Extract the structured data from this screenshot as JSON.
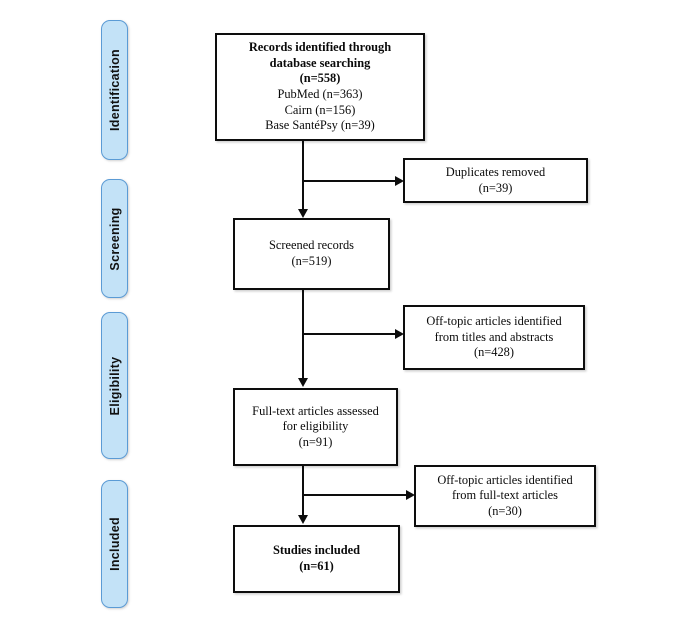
{
  "diagram": {
    "type": "prisma-flow-diagram",
    "title": "PRISMA study selection flow diagram",
    "accent_color": "#c3e2f7",
    "border_color": "#5b9bd5",
    "box_border_color": "#0d0d0d",
    "background": "#ffffff"
  },
  "stages": [
    {
      "id": "identification",
      "label": "Identification"
    },
    {
      "id": "screening",
      "label": "Screening"
    },
    {
      "id": "eligibility",
      "label": "Eligibility"
    },
    {
      "id": "included",
      "label": "Included"
    }
  ],
  "boxes": {
    "records_identified": {
      "id": "records-identified",
      "lines": [
        {
          "text": "Records identified through",
          "bold": true
        },
        {
          "text": "database searching",
          "bold": true
        },
        {
          "text": "(n=558)",
          "bold": true
        },
        {
          "text": "PubMed (n=363)",
          "bold": false
        },
        {
          "text": "Cairn (n=156)",
          "bold": false
        },
        {
          "text": "Base SantéPsy (n=39)",
          "bold": false
        }
      ],
      "count": 558,
      "sources": [
        {
          "name": "PubMed",
          "n": 363
        },
        {
          "name": "Cairn",
          "n": 156
        },
        {
          "name": "Base SantéPsy",
          "n": 39
        }
      ]
    },
    "duplicates_removed": {
      "id": "duplicates-removed",
      "lines": [
        {
          "text": "Duplicates removed",
          "bold": false
        },
        {
          "text": "(n=39)",
          "bold": false
        }
      ],
      "count": 39
    },
    "screened_records": {
      "id": "screened-records",
      "lines": [
        {
          "text": "Screened records",
          "bold": false
        },
        {
          "text": "(n=519)",
          "bold": false
        }
      ],
      "count": 519
    },
    "offtopic_titles_abstracts": {
      "id": "offtopic-titles-abstracts",
      "lines": [
        {
          "text": "Off-topic articles identified",
          "bold": false
        },
        {
          "text": "from titles and abstracts",
          "bold": false
        },
        {
          "text": "(n=428)",
          "bold": false
        }
      ],
      "count": 428
    },
    "fulltext_assessed": {
      "id": "fulltext-assessed",
      "lines": [
        {
          "text": "Full-text articles assessed",
          "bold": false
        },
        {
          "text": "for eligibility",
          "bold": false
        },
        {
          "text": "(n=91)",
          "bold": false
        }
      ],
      "count": 91
    },
    "offtopic_fulltext": {
      "id": "offtopic-fulltext",
      "lines": [
        {
          "text": "Off-topic articles identified",
          "bold": false
        },
        {
          "text": "from full-text articles",
          "bold": false
        },
        {
          "text": "(n=30)",
          "bold": false
        }
      ],
      "count": 30
    },
    "studies_included": {
      "id": "studies-included",
      "lines": [
        {
          "text": "Studies included",
          "bold": true
        },
        {
          "text": "(n=61)",
          "bold": true
        }
      ],
      "count": 61
    }
  }
}
